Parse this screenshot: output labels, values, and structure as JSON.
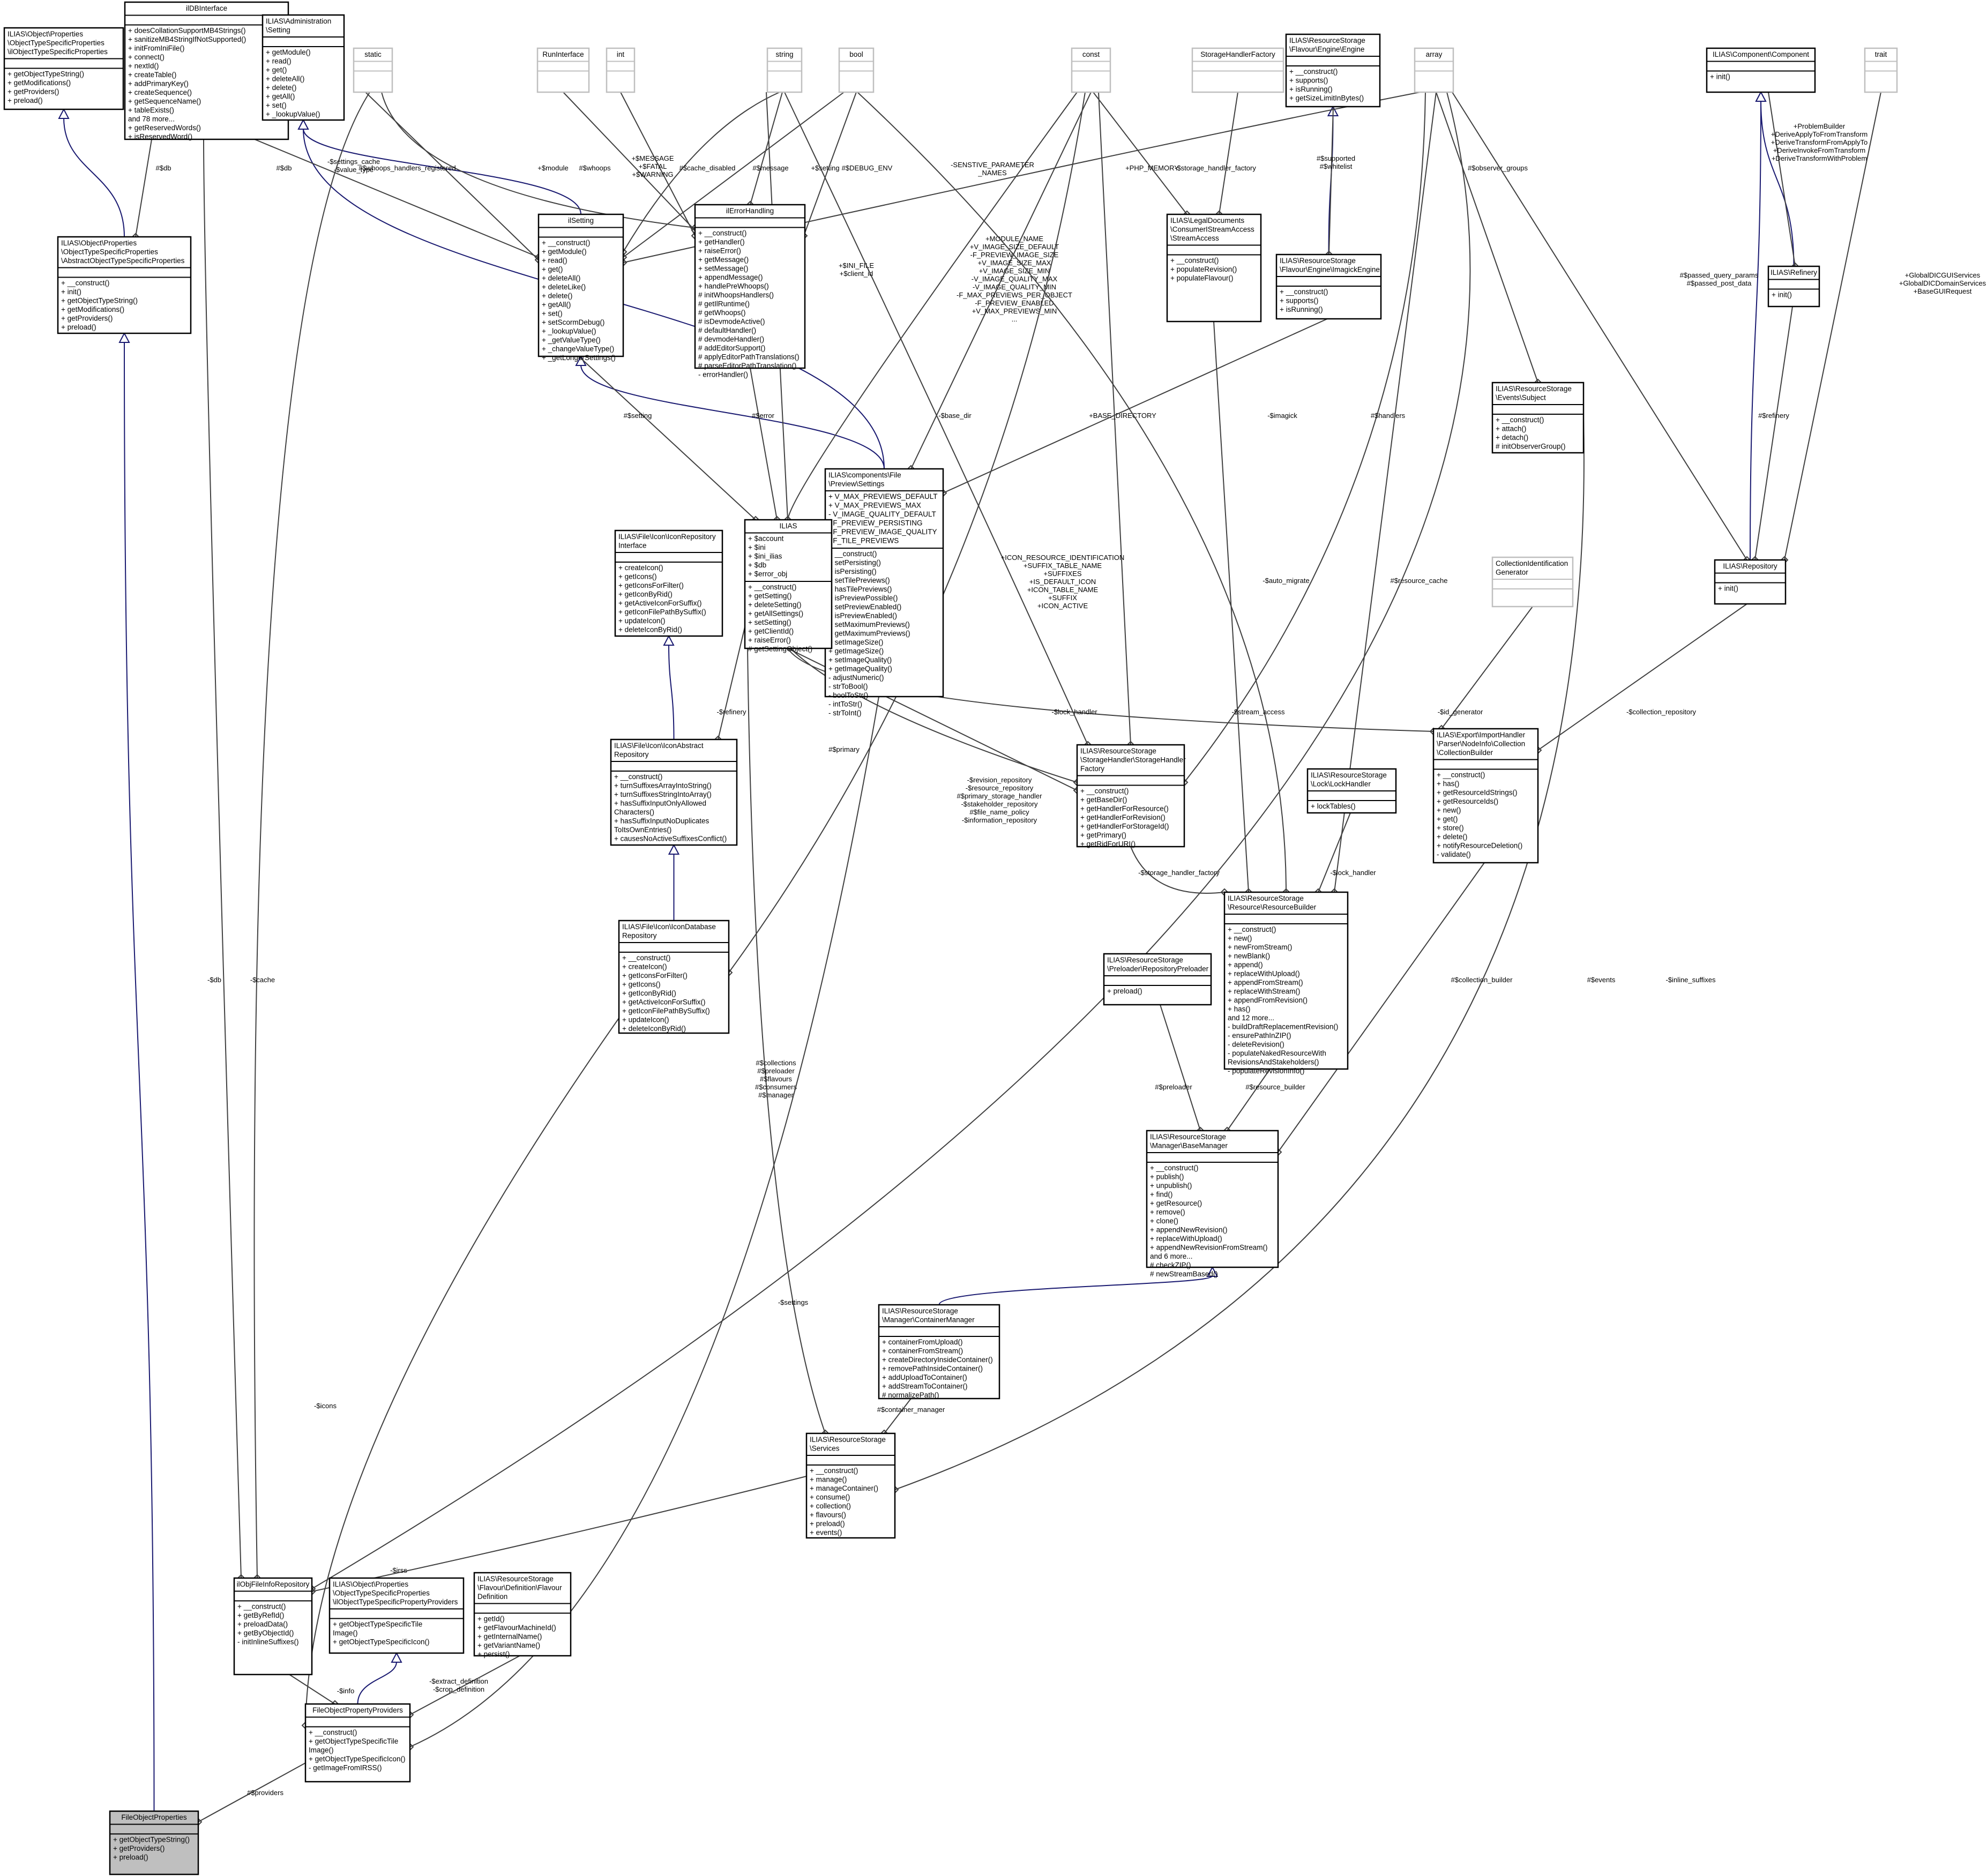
{
  "classes": {
    "iotsp": {
      "title": [
        "ILIAS\\Object\\Properties",
        "\\ObjectTypeSpecificProperties",
        "\\ilObjectTypeSpecificProperties"
      ],
      "attrs": [],
      "ops": [
        "+ getObjectTypeString()",
        "+ getModifications()",
        "+ getProviders()",
        "+ preload()"
      ]
    },
    "ildb": {
      "title": [
        "ilDBInterface"
      ],
      "attrs": [],
      "ops": [
        "+ doesCollationSupportMB4Strings()",
        "+ sanitizeMB4StringIfNotSupported()",
        "+ initFromIniFile()",
        "+ connect()",
        "+ nextId()",
        "+ createTable()",
        "+ addPrimaryKey()",
        "+ createSequence()",
        "+ getSequenceName()",
        "+ tableExists()",
        "and 78 more...",
        "+ getReservedWords()",
        "+ isReservedWord()"
      ]
    },
    "adminsetting": {
      "title": [
        "ILIAS\\Administration",
        "\\Setting"
      ],
      "attrs": [],
      "ops": [
        "+ getModule()",
        "+ read()",
        "+ get()",
        "+ deleteAll()",
        "+ delete()",
        "+ getAll()",
        "+ set()",
        "+ _lookupValue()"
      ]
    },
    "static": {
      "title": [
        "static"
      ],
      "attrs": [],
      "ops": [],
      "ghost": true
    },
    "runinterface": {
      "title": [
        "RunInterface"
      ],
      "attrs": [],
      "ops": [],
      "ghost": true
    },
    "int": {
      "title": [
        "int"
      ],
      "attrs": [],
      "ops": [],
      "ghost": true
    },
    "string": {
      "title": [
        "string"
      ],
      "attrs": [],
      "ops": [],
      "ghost": true
    },
    "bool": {
      "title": [
        "bool"
      ],
      "attrs": [],
      "ops": [],
      "ghost": true
    },
    "const": {
      "title": [
        "const"
      ],
      "attrs": [],
      "ops": [],
      "ghost": true
    },
    "shfactory": {
      "title": [
        "StorageHandlerFactory"
      ],
      "attrs": [],
      "ops": [],
      "ghost": true
    },
    "engine": {
      "title": [
        "ILIAS\\ResourceStorage",
        "\\Flavour\\Engine\\Engine"
      ],
      "attrs": [],
      "ops": [
        "+ __construct()",
        "+ supports()",
        "+ isRunning()",
        "+ getSizeLimitInBytes()"
      ]
    },
    "array": {
      "title": [
        "array"
      ],
      "attrs": [],
      "ops": [],
      "ghost": true
    },
    "component": {
      "title": [
        "ILIAS\\Component\\Component"
      ],
      "attrs": [],
      "ops": [
        "+ init()"
      ]
    },
    "trait": {
      "title": [
        "trait"
      ],
      "attrs": [],
      "ops": [],
      "ghost": true
    },
    "abstractotsp": {
      "title": [
        "ILIAS\\Object\\Properties",
        "\\ObjectTypeSpecificProperties",
        "\\AbstractObjectTypeSpecificProperties"
      ],
      "attrs": [],
      "ops": [
        "+ __construct()",
        "+ init()",
        "+ getObjectTypeString()",
        "+ getModifications()",
        "+ getProviders()",
        "+ preload()"
      ]
    },
    "ilsetting": {
      "title": [
        "ilSetting"
      ],
      "attrs": [],
      "ops": [
        "+ __construct()",
        "+ getModule()",
        "+ read()",
        "+ get()",
        "+ deleteAll()",
        "+ deleteLike()",
        "+ delete()",
        "+ getAll()",
        "+ set()",
        "+ setScormDebug()",
        "+ _lookupValue()",
        "+ _getValueType()",
        "+ _changeValueType()",
        "+ _getLongerSettings()"
      ]
    },
    "ilerror": {
      "title": [
        "ilErrorHandling"
      ],
      "attrs": [],
      "ops": [
        "+ __construct()",
        "+ getHandler()",
        "+ raiseError()",
        "+ getMessage()",
        "+ setMessage()",
        "+ appendMessage()",
        "+ handlePreWhoops()",
        "# initWhoopsHandlers()",
        "# getIlRuntime()",
        "# getWhoops()",
        "# isDevmodeActive()",
        "# defaultHandler()",
        "# devmodeHandler()",
        "# addEditorSupport()",
        "# applyEditorPathTranslations()",
        "# parseEditorPathTranslation()",
        "- errorHandler()"
      ]
    },
    "streamaccess": {
      "title": [
        "ILIAS\\LegalDocuments",
        "\\ConsumerIStreamAccess",
        "\\StreamAccess"
      ],
      "attrs": [],
      "ops": [
        "+ __construct()",
        "+ populateRevision()",
        "+ populateFlavour()"
      ]
    },
    "imagick": {
      "title": [
        "ILIAS\\ResourceStorage",
        "\\Flavour\\Engine\\ImagickEngine"
      ],
      "attrs": [],
      "ops": [
        "+ __construct()",
        "+ supports()",
        "+ isRunning()"
      ]
    },
    "refinery": {
      "title": [
        "ILIAS\\Refinery"
      ],
      "attrs": [],
      "ops": [
        "+ init()"
      ]
    },
    "subject": {
      "title": [
        "ILIAS\\ResourceStorage",
        "\\Events\\Subject"
      ],
      "attrs": [],
      "ops": [
        "+ __construct()",
        "+ attach()",
        "+ detach()",
        "# initObserverGroup()"
      ]
    },
    "previewsettings": {
      "title": [
        "ILIAS\\components\\File",
        "\\Preview\\Settings"
      ],
      "attrs": [
        "+ V_MAX_PREVIEWS_DEFAULT",
        "+ V_MAX_PREVIEWS_MAX",
        "- V_IMAGE_QUALITY_DEFAULT",
        "- F_PREVIEW_PERSISTING",
        "- F_PREVIEW_IMAGE_QUALITY",
        "- F_TILE_PREVIEWS"
      ],
      "ops": [
        "+ __construct()",
        "+ setPersisting()",
        "+ isPersisting()",
        "+ setTilePreviews()",
        "+ hasTilePreviews()",
        "+ isPreviewPossible()",
        "+ setPreviewEnabled()",
        "+ isPreviewEnabled()",
        "+ setMaximumPreviews()",
        "+ getMaximumPreviews()",
        "+ setImageSize()",
        "+ getImageSize()",
        "+ setImageQuality()",
        "+ getImageQuality()",
        "- adjustNumeric()",
        "- strToBool()",
        "- boolToStr()",
        "- intToStr()",
        "- strToInt()"
      ]
    },
    "ilias": {
      "title": [
        "ILIAS"
      ],
      "attrs": [
        "+ $account",
        "+ $ini",
        "+ $ini_ilias",
        "+ $db",
        "+ $error_obj"
      ],
      "ops": [
        "+ __construct()",
        "+ getSetting()",
        "+ deleteSetting()",
        "+ getAllSettings()",
        "+ setSetting()",
        "+ getClientId()",
        "+ raiseError()",
        "# getSettingObject()"
      ]
    },
    "iconrepoif": {
      "title": [
        "ILIAS\\File\\Icon\\IconRepository",
        "Interface"
      ],
      "attrs": [],
      "ops": [
        "+ createIcon()",
        "+ getIcons()",
        "+ getIconsForFilter()",
        "+ getIconByRid()",
        "+ getActiveIconForSuffix()",
        "+ getIconFilePathBySuffix()",
        "+ updateIcon()",
        "+ deleteIconByRid()"
      ]
    },
    "collidgen": {
      "title": [
        "CollectionIdentification",
        "Generator"
      ],
      "attrs": [],
      "ops": [],
      "ghost": true
    },
    "repository": {
      "title": [
        "ILIAS\\Repository"
      ],
      "attrs": [],
      "ops": [
        "+ init()"
      ]
    },
    "iconabstract": {
      "title": [
        "ILIAS\\File\\Icon\\IconAbstract",
        "Repository"
      ],
      "attrs": [],
      "ops": [
        "+ __construct()",
        "+ turnSuffixesArrayIntoString()",
        "+ turnSuffixesStringIntoArray()",
        "+ hasSuffixInputOnlyAllowed",
        "Characters()",
        "+ hasSuffixInputNoDuplicates",
        "ToItsOwnEntries()",
        "+ causesNoActiveSuffixesConflict()"
      ]
    },
    "shf": {
      "title": [
        "ILIAS\\ResourceStorage",
        "\\StorageHandler\\StorageHandler",
        "Factory"
      ],
      "attrs": [],
      "ops": [
        "+ __construct()",
        "+ getBaseDir()",
        "+ getHandlerForResource()",
        "+ getHandlerForRevision()",
        "+ getHandlerForStorageId()",
        "+ getPrimary()",
        "+ getRidForURI()"
      ]
    },
    "lockhandler": {
      "title": [
        "ILIAS\\ResourceStorage",
        "\\Lock\\LockHandler"
      ],
      "attrs": [],
      "ops": [
        "+ lockTables()"
      ]
    },
    "collbuilder": {
      "title": [
        "ILIAS\\Export\\ImportHandler",
        "\\Parser\\NodeInfo\\Collection",
        "\\CollectionBuilder"
      ],
      "attrs": [],
      "ops": [
        "+ __construct()",
        "+ has()",
        "+ getResourceIdStrings()",
        "+ getResourceIds()",
        "+ new()",
        "+ get()",
        "+ store()",
        "+ delete()",
        "+ notifyResourceDeletion()",
        "- validate()"
      ]
    },
    "icondb": {
      "title": [
        "ILIAS\\File\\Icon\\IconDatabase",
        "Repository"
      ],
      "attrs": [],
      "ops": [
        "+ __construct()",
        "+ createIcon()",
        "+ getIconsForFilter()",
        "+ getIcons()",
        "+ getIconByRid()",
        "+ getActiveIconForSuffix()",
        "+ getIconFilePathBySuffix()",
        "+ updateIcon()",
        "+ deleteIconByRid()"
      ]
    },
    "resbuilder": {
      "title": [
        "ILIAS\\ResourceStorage",
        "\\Resource\\ResourceBuilder"
      ],
      "attrs": [],
      "ops": [
        "+ __construct()",
        "+ new()",
        "+ newFromStream()",
        "+ newBlank()",
        "+ append()",
        "+ replaceWithUpload()",
        "+ appendFromStream()",
        "+ replaceWithStream()",
        "+ appendFromRevision()",
        "+ has()",
        "and 12 more...",
        "- buildDraftReplacementRevision()",
        "- ensurePathInZIP()",
        "- deleteRevision()",
        "- populateNakedResourceWith",
        "RevisionsAndStakeholders()",
        "- populateRevisionInfo()"
      ]
    },
    "preloader": {
      "title": [
        "ILIAS\\ResourceStorage",
        "\\Preloader\\RepositoryPreloader"
      ],
      "attrs": [],
      "ops": [
        "+ preload()"
      ]
    },
    "basemanager": {
      "title": [
        "ILIAS\\ResourceStorage",
        "\\Manager\\BaseManager"
      ],
      "attrs": [],
      "ops": [
        "+ __construct()",
        "+ publish()",
        "+ unpublish()",
        "+ find()",
        "+ getResource()",
        "+ remove()",
        "+ clone()",
        "+ appendNewRevision()",
        "+ replaceWithUpload()",
        "+ appendNewRevisionFromStream()",
        "and 6 more...",
        "# checkZIP()",
        "# newStreamBased()"
      ]
    },
    "containermgr": {
      "title": [
        "ILIAS\\ResourceStorage",
        "\\Manager\\ContainerManager"
      ],
      "attrs": [],
      "ops": [
        "+ containerFromUpload()",
        "+ containerFromStream()",
        "+ createDirectoryInsideContainer()",
        "+ removePathInsideContainer()",
        "+ addUploadToContainer()",
        "+ addStreamToContainer()",
        "# normalizePath()"
      ]
    },
    "services": {
      "title": [
        "ILIAS\\ResourceStorage",
        "\\Services"
      ],
      "attrs": [],
      "ops": [
        "+ __construct()",
        "+ manage()",
        "+ manageContainer()",
        "+ consume()",
        "+ collection()",
        "+ flavours()",
        "+ preload()",
        "+ events()"
      ]
    },
    "filerepo": {
      "title": [
        "ilObjFileInfoRepository"
      ],
      "attrs": [],
      "ops": [
        "+ __construct()",
        "+ getByRefId()",
        "+ preloadData()",
        "+ getByObjectId()",
        "- initInlineSuffixes()"
      ]
    },
    "propproviders": {
      "title": [
        "ILIAS\\Object\\Properties",
        "\\ObjectTypeSpecificProperties",
        "\\ilObjectTypeSpecificPropertyProviders"
      ],
      "attrs": [],
      "ops": [
        "+ getObjectTypeSpecificTile",
        "Image()",
        "+ getObjectTypeSpecificIcon()"
      ]
    },
    "flavourdef": {
      "title": [
        "ILIAS\\ResourceStorage",
        "\\Flavour\\Definition\\Flavour",
        "Definition"
      ],
      "attrs": [],
      "ops": [
        "+ getId()",
        "+ getFlavourMachineId()",
        "+ getInternalName()",
        "+ getVariantName()",
        "+ persist()"
      ]
    },
    "fopp": {
      "title": [
        "FileObjectPropertyProviders"
      ],
      "attrs": [],
      "ops": [
        "+ __construct()",
        "+ getObjectTypeSpecificTile",
        "Image()",
        "+ getObjectTypeSpecificIcon()",
        "- getImageFromIRSS()"
      ]
    },
    "fop": {
      "title": [
        "FileObjectProperties"
      ],
      "attrs": [],
      "ops": [
        "+ getObjectTypeString()",
        "+ getProviders()",
        "+ preload()"
      ],
      "focus": true
    }
  },
  "edges": {
    "e_db1": [
      "#$db"
    ],
    "e_db2": [
      "#$db"
    ],
    "e_settings_cache": [
      "-$settings_cache",
      "-$value_type"
    ],
    "e_whoops_handlers": [
      "#$whoops_handlers_registered"
    ],
    "e_module": [
      "+$module"
    ],
    "e_whoops": [
      "#$whoops"
    ],
    "e_message": [
      "+$MESSAGE",
      "+$FATAL",
      "+$WARNING"
    ],
    "e_cache_disabled": [
      "#$cache_disabled"
    ],
    "e_msg": [
      "#$message"
    ],
    "e_setting_arr": [
      "+$setting"
    ],
    "e_debug": [
      "#$DEBUG_ENV"
    ],
    "e_sensitive": [
      "-SENSTIVE_PARAMETER",
      "_NAMES"
    ],
    "e_php_memory": [
      "+PHP_MEMORY"
    ],
    "e_storage_hf": [
      "-$storage_handler_factory"
    ],
    "e_supported": [
      "#$supported",
      "#$whitelist"
    ],
    "e_observer": [
      "#$observer_groups"
    ],
    "e_problem": [
      "+ProblemBuilder",
      "+DeriveApplyToFromTransform",
      "+DeriveTransformFromApplyTo",
      "+DeriveInvokeFromTransform",
      "+DeriveTransformWithProblem"
    ],
    "e_passed": [
      "#$passed_query_params",
      "#$passed_post_data"
    ],
    "e_globaldic": [
      "+GlobalDICGUIServices",
      "+GlobalDICDomainServices",
      "+BaseGUIRequest"
    ],
    "e_module_name": [
      "+MODULE_NAME",
      "+V_IMAGE_SIZE_DEFAULT",
      "-F_PREVIEW_IMAGE_SIZE",
      "+V_IMAGE_SIZE_MAX",
      "+V_IMAGE_SIZE_MIN",
      "-V_IMAGE_QUALITY_MAX",
      "-V_IMAGE_QUALITY_MIN",
      "-F_MAX_PREVIEWS_PER_OBJECT",
      "-F_PREVIEW_ENABLED",
      "+V_MAX_PREVIEWS_MIN",
      "..."
    ],
    "e_ini": [
      "+$INI_FILE",
      "+$client_id"
    ],
    "e_setting": [
      "#$setting"
    ],
    "e_error": [
      "#$error"
    ],
    "e_base_dir": [
      "-$base_dir"
    ],
    "e_base_directory": [
      "+BASE_DIRECTORY"
    ],
    "e_imagick": [
      "-$imagick"
    ],
    "e_handlers": [
      "#$handlers"
    ],
    "e_refinery_repo": [
      "#$refinery"
    ],
    "e_auto_migrate": [
      "-$auto_migrate"
    ],
    "e_resource_cache": [
      "#$resource_cache"
    ],
    "e_icon_res": [
      "+ICON_RESOURCE_IDENTIFICATION",
      "+SUFFIX_TABLE_NAME",
      "+SUFFIXES",
      "+IS_DEFAULT_ICON",
      "+ICON_TABLE_NAME",
      "+SUFFIX",
      "+ICON_ACTIVE"
    ],
    "e_refinery": [
      "-$refinery"
    ],
    "e_primary": [
      "#$primary"
    ],
    "e_lock_handler": [
      "-$lock_handler"
    ],
    "e_stream_access": [
      "-$stream_access"
    ],
    "e_id_gen": [
      "-$id_generator"
    ],
    "e_coll_repo": [
      "-$collection_repository"
    ],
    "e_revision_repo": [
      "-$revision_repository",
      "-$resource_repository",
      "#$primary_storage_handler",
      "-$stakeholder_repository",
      "#$file_name_policy",
      "-$information_repository"
    ],
    "e_shf2": [
      "-$storage_handler_factory"
    ],
    "e_lock2": [
      "-$lock_handler"
    ],
    "e_coll_builder": [
      "#$collection_builder"
    ],
    "e_events": [
      "#$events"
    ],
    "e_inline": [
      "-$inline_suffixes"
    ],
    "e_preloader": [
      "#$preloader"
    ],
    "e_res_builder": [
      "#$resource_builder"
    ],
    "e_collections": [
      "#$collections",
      "#$preloader",
      "#$flavours",
      "#$consumers",
      "#$manager"
    ],
    "e_cache": [
      "-$cache"
    ],
    "e_db3": [
      "-$db"
    ],
    "e_icons": [
      "-$icons"
    ],
    "e_settings": [
      "-$settings"
    ],
    "e_container_mgr": [
      "#$container_manager"
    ],
    "e_irss": [
      "-$irss"
    ],
    "e_info": [
      "-$info"
    ],
    "e_extract": [
      "-$extract_definition",
      "-$crop_definition"
    ],
    "e_providers": [
      "#$providers"
    ]
  }
}
